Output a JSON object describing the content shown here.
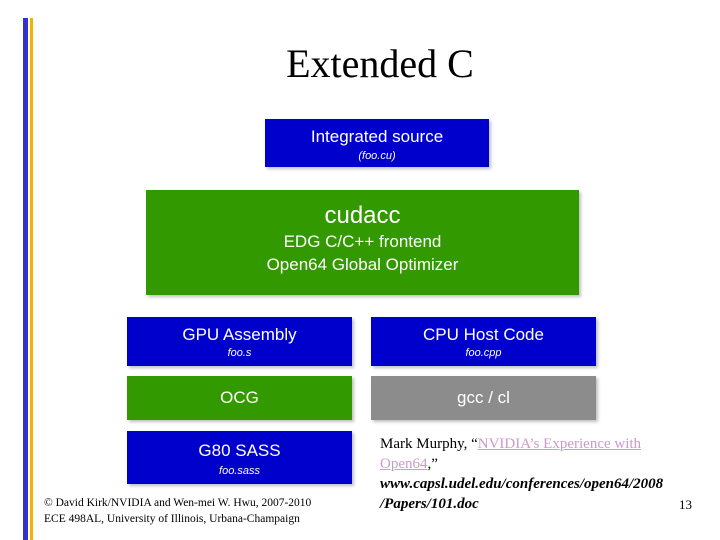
{
  "slide": {
    "title": "Extended C",
    "page_number": "13"
  },
  "boxes": {
    "integrated": {
      "label": "Integrated source",
      "sub": "(foo.cu)"
    },
    "cudacc": {
      "label": "cudacc",
      "line1": "EDG C/C++ frontend",
      "line2": "Open64 Global Optimizer"
    },
    "gpu_asm": {
      "label": "GPU Assembly",
      "sub": "foo.s"
    },
    "cpu_host": {
      "label": "CPU Host Code",
      "sub": "foo.cpp"
    },
    "ocg": {
      "label": "OCG"
    },
    "gcc": {
      "label": "gcc / cl"
    },
    "g80": {
      "label": "G80 SASS",
      "sub": "foo.sass"
    }
  },
  "footer": {
    "line1": "© David Kirk/NVIDIA and Wen-mei W. Hwu, 2007-2010",
    "line2": "ECE 498AL, University of Illinois, Urbana-Champaign"
  },
  "reference": {
    "prefix": "Mark Murphy, “",
    "link_text": "NVIDIA’s Experience with Open64",
    "suffix": ",”",
    "url_line1": "www.capsl.udel.edu/conferences/open64/2008",
    "url_line2": "/Papers/101.doc"
  },
  "colors": {
    "blue": "#0000cc",
    "green": "#339900",
    "gray": "#8c8c8c",
    "link": "#cc99cc"
  }
}
